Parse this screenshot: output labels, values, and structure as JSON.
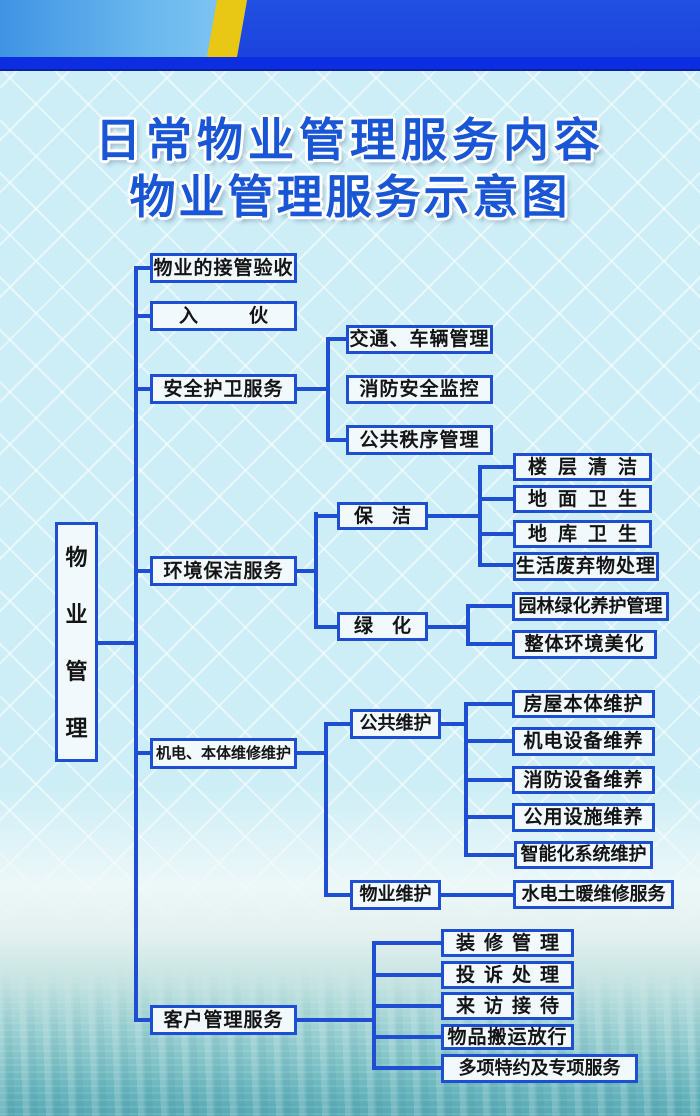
{
  "title": {
    "line1": "日常物业管理服务内容",
    "line2": "物业管理服务示意图"
  },
  "diagram": {
    "root": {
      "label": "物业管理"
    },
    "branches": [
      {
        "label": "物业的接管验收",
        "children": []
      },
      {
        "label": "入伙",
        "children": []
      },
      {
        "label": "安全护卫服务",
        "children": [
          {
            "label": "交通、车辆管理"
          },
          {
            "label": "消防安全监控"
          },
          {
            "label": "公共秩序管理"
          }
        ]
      },
      {
        "label": "环境保洁服务",
        "children": [
          {
            "label": "保洁",
            "children": [
              {
                "label": "楼层清洁"
              },
              {
                "label": "地面卫生"
              },
              {
                "label": "地库卫生"
              },
              {
                "label": "生活废弃物处理"
              }
            ]
          },
          {
            "label": "绿化",
            "children": [
              {
                "label": "园林绿化养护管理"
              },
              {
                "label": "整体环境美化"
              }
            ]
          }
        ]
      },
      {
        "label": "机电、本体维修维护",
        "children": [
          {
            "label": "公共维护",
            "children": [
              {
                "label": "房屋本体维护"
              },
              {
                "label": "机电设备维养"
              },
              {
                "label": "消防设备维养"
              },
              {
                "label": "公用设施维养"
              },
              {
                "label": "智能化系统维护"
              }
            ]
          },
          {
            "label": "物业维护",
            "children": [
              {
                "label": "水电土暖维修服务"
              }
            ]
          }
        ]
      },
      {
        "label": "客户管理服务",
        "children": [
          {
            "label": "装修管理"
          },
          {
            "label": "投诉处理"
          },
          {
            "label": "来访接待"
          },
          {
            "label": "物品搬运放行"
          },
          {
            "label": "多项特约及专项服务"
          }
        ]
      }
    ]
  },
  "colors": {
    "line_blue": "#1e4fd2",
    "box_fill": "#f1f9fc",
    "title_blue": "#1956d6",
    "background_cyan": "#cdeef6",
    "header_sky": "#6cb9ee",
    "header_royal": "#1c43dc",
    "header_stripe_yellow": "#e9c715",
    "header_bar_dark": "#0d2ee0",
    "water_teal": "#57a9b4"
  }
}
